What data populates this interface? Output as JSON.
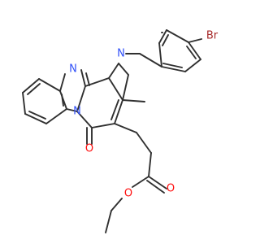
{
  "structure": {
    "atom_labels": {
      "bromine": "Br",
      "imine_nitrogen": "N",
      "benzyl_nitrogen": "N",
      "bridgehead_nitrogen": "N",
      "carbonyl_oxygen": "O",
      "ester_carbonyl_oxygen": "O",
      "ester_ether_oxygen": "O"
    },
    "colors": {
      "bond": "#303030",
      "carbon_label": "#303030",
      "nitrogen": "#3050f8",
      "oxygen": "#ff0d0d",
      "bromine": "#a62929"
    }
  }
}
